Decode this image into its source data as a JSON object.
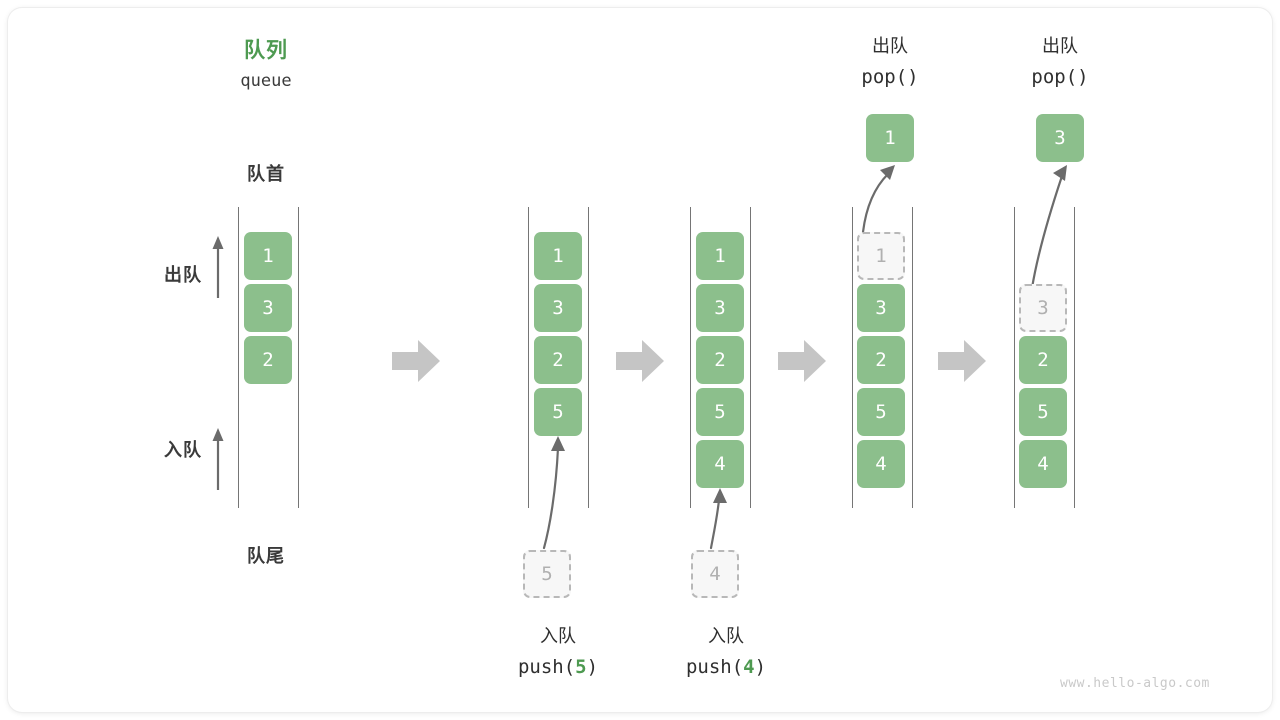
{
  "diagram": {
    "title_cn": "队列",
    "title_en": "queue",
    "head_label": "队首",
    "tail_label": "队尾",
    "dequeue_label": "出队",
    "enqueue_label": "入队",
    "watermark": "www.hello-algo.com",
    "colors": {
      "accent_green": "#8cbf8c",
      "title_green": "#4e9a51",
      "text_dark": "#2f2f2f",
      "ghost_gray": "#b0b0b0",
      "arrow_gray": "#6b6b6b",
      "separator_gray": "#c5c5c5",
      "rail_gray": "#757575"
    }
  },
  "steps": [
    {
      "id": "initial",
      "cells": [
        {
          "value": "1",
          "state": "filled"
        },
        {
          "value": "3",
          "state": "filled"
        },
        {
          "value": "2",
          "state": "filled"
        }
      ]
    },
    {
      "id": "push-5",
      "cells": [
        {
          "value": "1",
          "state": "filled"
        },
        {
          "value": "3",
          "state": "filled"
        },
        {
          "value": "2",
          "state": "filled"
        },
        {
          "value": "5",
          "state": "filled"
        }
      ],
      "incoming": {
        "value": "5",
        "state": "ghost"
      },
      "op_cn": "入队",
      "op_name": "push",
      "op_arg": "5"
    },
    {
      "id": "push-4",
      "cells": [
        {
          "value": "1",
          "state": "filled"
        },
        {
          "value": "3",
          "state": "filled"
        },
        {
          "value": "2",
          "state": "filled"
        },
        {
          "value": "5",
          "state": "filled"
        },
        {
          "value": "4",
          "state": "filled"
        }
      ],
      "incoming": {
        "value": "4",
        "state": "ghost"
      },
      "op_cn": "入队",
      "op_name": "push",
      "op_arg": "4"
    },
    {
      "id": "pop-1",
      "cells": [
        {
          "value": "1",
          "state": "ghost"
        },
        {
          "value": "3",
          "state": "filled"
        },
        {
          "value": "2",
          "state": "filled"
        },
        {
          "value": "5",
          "state": "filled"
        },
        {
          "value": "4",
          "state": "filled"
        }
      ],
      "outgoing": {
        "value": "1",
        "state": "filled"
      },
      "op_cn": "出队",
      "op_name": "pop",
      "op_arg": ""
    },
    {
      "id": "pop-3",
      "cells": [
        {
          "value": "",
          "state": "empty"
        },
        {
          "value": "3",
          "state": "ghost"
        },
        {
          "value": "2",
          "state": "filled"
        },
        {
          "value": "5",
          "state": "filled"
        },
        {
          "value": "4",
          "state": "filled"
        }
      ],
      "outgoing": {
        "value": "3",
        "state": "filled"
      },
      "op_cn": "出队",
      "op_name": "pop",
      "op_arg": ""
    }
  ],
  "code_labels": {
    "push_5": {
      "open": "push(",
      "arg": "5",
      "close": ")"
    },
    "push_4": {
      "open": "push(",
      "arg": "4",
      "close": ")"
    },
    "pop_a": {
      "open": "pop(",
      "arg": "",
      "close": ")"
    },
    "pop_b": {
      "open": "pop(",
      "arg": "",
      "close": ")"
    }
  }
}
